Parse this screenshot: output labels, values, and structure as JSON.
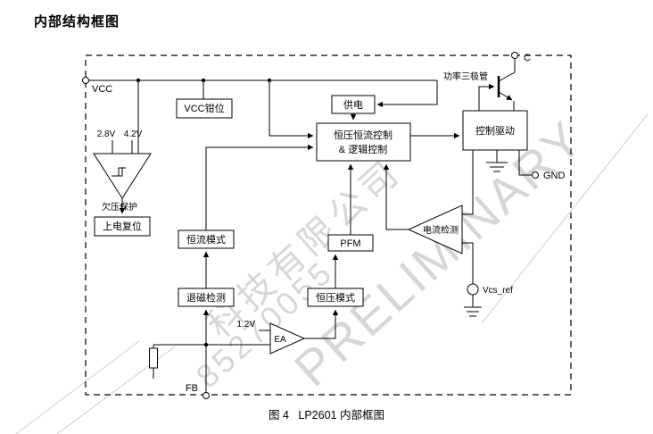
{
  "page": {
    "title": "内部结构框图",
    "caption": "图 4   LP2601 内部框图"
  },
  "diagram": {
    "pins": {
      "vcc": "VCC",
      "c": "C",
      "gnd": "GND",
      "fb": "FB"
    },
    "blocks": {
      "vcc_clamp": "VCC钳位",
      "supply": "供电",
      "cvcc_line1": "恒压恒流控制",
      "cvcc_line2": "& 逻辑控制",
      "drive": "控制驱动",
      "por": "上电复位",
      "cc_mode": "恒流模式",
      "demag": "退磁检测",
      "pfm": "PFM",
      "cv_mode": "恒压模式"
    },
    "labels": {
      "power_transistor": "功率三极管",
      "uvlo": "欠压保护",
      "th_low": "2.8V",
      "th_high": "4.2V",
      "vref": "1.2V",
      "ea": "EA",
      "current_sense": "电流检测",
      "vcs_ref": "Vcs_ref"
    }
  },
  "watermark": {
    "company": "科技有限公司",
    "number": "85270055",
    "stamp": "PRELIMINARY",
    "color": "#cdcdcd"
  }
}
